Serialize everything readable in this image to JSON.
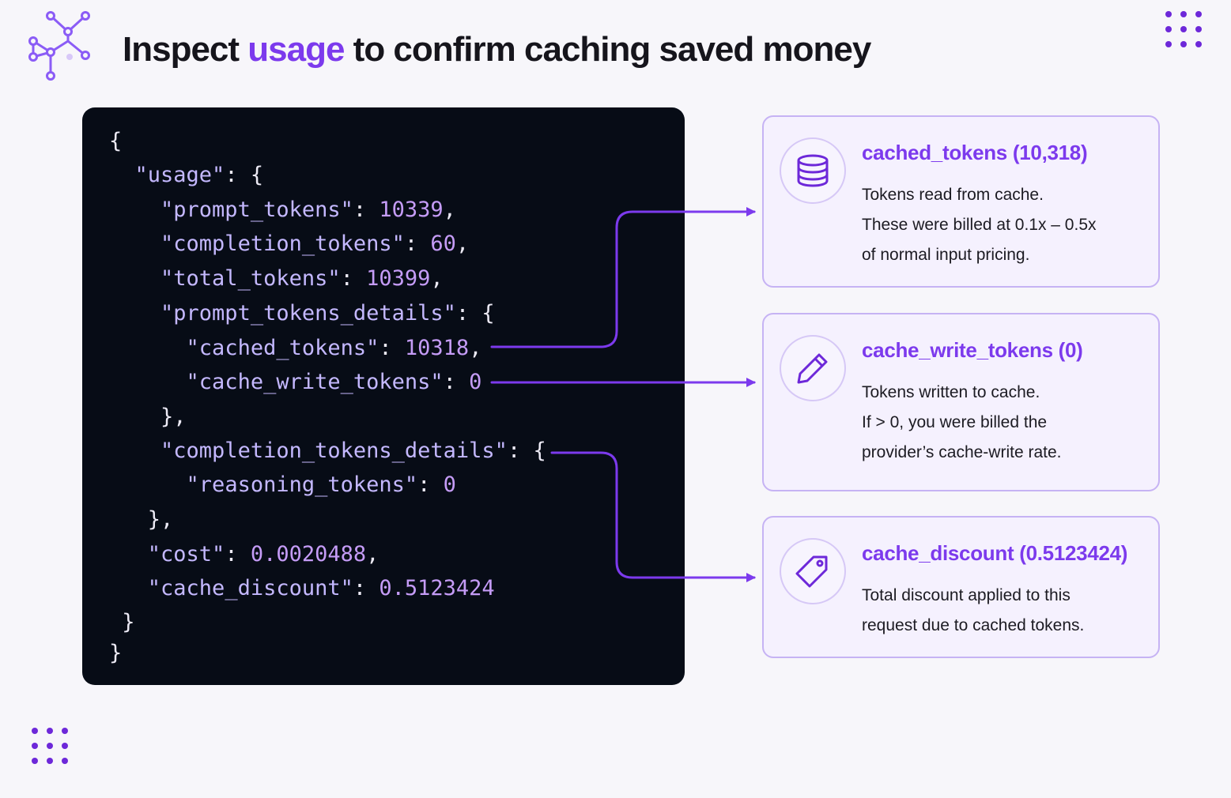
{
  "title": {
    "prefix": "Inspect ",
    "highlight": "usage",
    "suffix": " to confirm caching saved money"
  },
  "code_lines": [
    [
      {
        "t": "{",
        "c": "p"
      }
    ],
    [
      {
        "t": "  ",
        "c": "p"
      },
      {
        "t": "\"usage\"",
        "c": "k"
      },
      {
        "t": ": {",
        "c": "p"
      }
    ],
    [
      {
        "t": "    ",
        "c": "p"
      },
      {
        "t": "\"prompt_tokens\"",
        "c": "k"
      },
      {
        "t": ": ",
        "c": "p"
      },
      {
        "t": "10339",
        "c": "n"
      },
      {
        "t": ",",
        "c": "p"
      }
    ],
    [
      {
        "t": "    ",
        "c": "p"
      },
      {
        "t": "\"completion_tokens\"",
        "c": "k"
      },
      {
        "t": ": ",
        "c": "p"
      },
      {
        "t": "60",
        "c": "n"
      },
      {
        "t": ",",
        "c": "p"
      }
    ],
    [
      {
        "t": "    ",
        "c": "p"
      },
      {
        "t": "\"total_tokens\"",
        "c": "k"
      },
      {
        "t": ": ",
        "c": "p"
      },
      {
        "t": "10399",
        "c": "n"
      },
      {
        "t": ",",
        "c": "p"
      }
    ],
    [
      {
        "t": "    ",
        "c": "p"
      },
      {
        "t": "\"prompt_tokens_details\"",
        "c": "k"
      },
      {
        "t": ": {",
        "c": "p"
      }
    ],
    [
      {
        "t": "      ",
        "c": "p"
      },
      {
        "t": "\"cached_tokens\"",
        "c": "k"
      },
      {
        "t": ": ",
        "c": "p"
      },
      {
        "t": "10318",
        "c": "n"
      },
      {
        "t": ",",
        "c": "p"
      }
    ],
    [
      {
        "t": "      ",
        "c": "p"
      },
      {
        "t": "\"cache_write_tokens\"",
        "c": "k"
      },
      {
        "t": ": ",
        "c": "p"
      },
      {
        "t": "0",
        "c": "n"
      }
    ],
    [
      {
        "t": "    },",
        "c": "p"
      }
    ],
    [
      {
        "t": "    ",
        "c": "p"
      },
      {
        "t": "\"completion_tokens_details\"",
        "c": "k"
      },
      {
        "t": ": {",
        "c": "p"
      }
    ],
    [
      {
        "t": "      ",
        "c": "p"
      },
      {
        "t": "\"reasoning_tokens\"",
        "c": "k"
      },
      {
        "t": ": ",
        "c": "p"
      },
      {
        "t": "0",
        "c": "n"
      }
    ],
    [
      {
        "t": "   },",
        "c": "p"
      }
    ],
    [
      {
        "t": "   ",
        "c": "p"
      },
      {
        "t": "\"cost\"",
        "c": "k"
      },
      {
        "t": ": ",
        "c": "p"
      },
      {
        "t": "0.0020488",
        "c": "n"
      },
      {
        "t": ",",
        "c": "p"
      }
    ],
    [
      {
        "t": "   ",
        "c": "p"
      },
      {
        "t": "\"cache_discount\"",
        "c": "k"
      },
      {
        "t": ": ",
        "c": "p"
      },
      {
        "t": "0.5123424",
        "c": "n"
      }
    ],
    [
      {
        "t": " }",
        "c": "p"
      }
    ],
    [
      {
        "t": "}",
        "c": "p"
      }
    ]
  ],
  "cards": [
    {
      "icon": "database-icon",
      "title": "cached_tokens (10,318)",
      "lines": [
        "Tokens read from cache.",
        "These were billed at 0.1x – 0.5x",
        "of normal input pricing."
      ]
    },
    {
      "icon": "pencil-icon",
      "title": "cache_write_tokens (0)",
      "lines": [
        "Tokens written to cache.",
        "If > 0, you were billed the",
        "provider’s cache-write rate."
      ]
    },
    {
      "icon": "tag-icon",
      "title": "cache_discount (0.5123424)",
      "lines": [
        "Total discount applied to this",
        "request due to cached tokens."
      ]
    }
  ],
  "colors": {
    "accent": "#7c3aed",
    "code_bg": "#070c16",
    "code_key": "#c4b8ff",
    "code_number": "#c59cf7",
    "card_bg": "#f5f1fe",
    "card_border": "#c6b3f4"
  }
}
